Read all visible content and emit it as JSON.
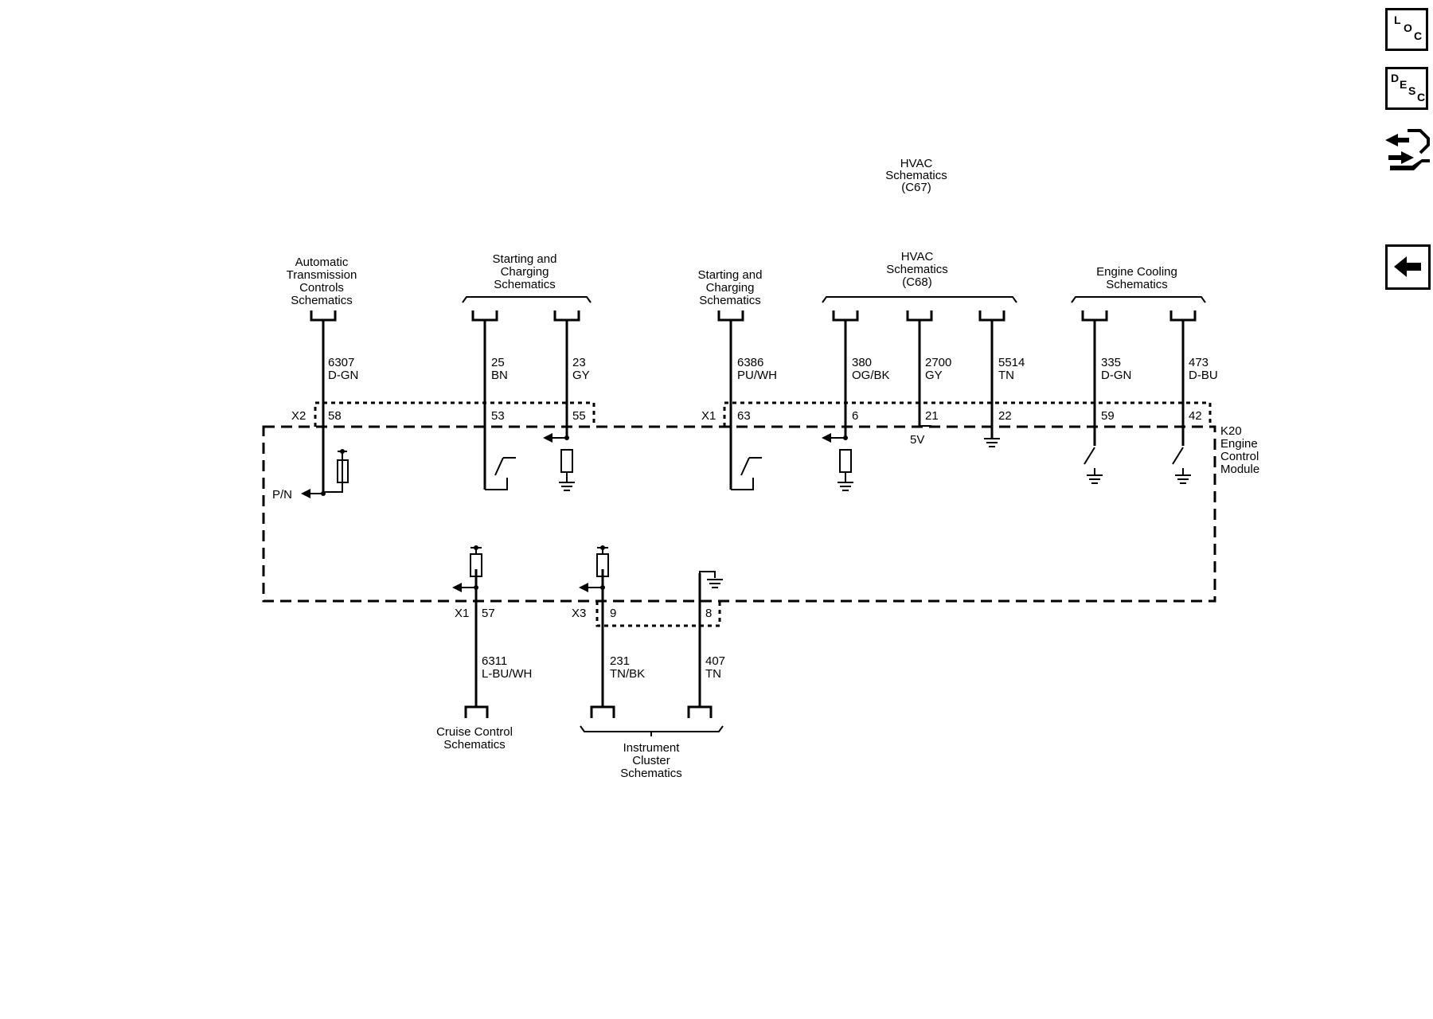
{
  "nav": {
    "loc": {
      "l1": "L",
      "l2": "O",
      "l3": "C"
    },
    "desc": {
      "l1": "D",
      "l2": "E",
      "l3": "S",
      "l4": "C"
    }
  },
  "labels": {
    "hvac_c67": [
      "HVAC",
      "Schematics",
      "(C67)"
    ],
    "auto_trans": [
      "Automatic",
      "Transmission",
      "Controls",
      "Schematics"
    ],
    "starting1": [
      "Starting and",
      "Charging",
      "Schematics"
    ],
    "starting2": [
      "Starting and",
      "Charging",
      "Schematics"
    ],
    "hvac_c68": [
      "HVAC",
      "Schematics",
      "(C68)"
    ],
    "engine_cooling": [
      "Engine Cooling",
      "Schematics"
    ],
    "cruise": [
      "Cruise Control",
      "Schematics"
    ],
    "instrument": [
      "Instrument",
      "Cluster",
      "Schematics"
    ],
    "module": [
      "K20",
      "Engine",
      "Control",
      "Module"
    ]
  },
  "connectors": {
    "x2": "X2",
    "x1_top": "X1",
    "x1_bottom": "X1",
    "x3": "X3"
  },
  "wires": [
    {
      "circuit": "6307",
      "color": "D-GN",
      "pin": "58"
    },
    {
      "circuit": "25",
      "color": "BN",
      "pin": "53"
    },
    {
      "circuit": "23",
      "color": "GY",
      "pin": "55"
    },
    {
      "circuit": "6386",
      "color": "PU/WH",
      "pin": "63"
    },
    {
      "circuit": "380",
      "color": "OG/BK",
      "pin": "6"
    },
    {
      "circuit": "2700",
      "color": "GY",
      "pin": "21"
    },
    {
      "circuit": "5514",
      "color": "TN",
      "pin": "22"
    },
    {
      "circuit": "335",
      "color": "D-GN",
      "pin": "59"
    },
    {
      "circuit": "473",
      "color": "D-BU",
      "pin": "42"
    },
    {
      "circuit": "6311",
      "color": "L-BU/WH",
      "pin": "57"
    },
    {
      "circuit": "231",
      "color": "TN/BK",
      "pin": "9"
    },
    {
      "circuit": "407",
      "color": "TN",
      "pin": "8"
    }
  ],
  "internal": {
    "pn": "P/N",
    "v5": "5V"
  }
}
